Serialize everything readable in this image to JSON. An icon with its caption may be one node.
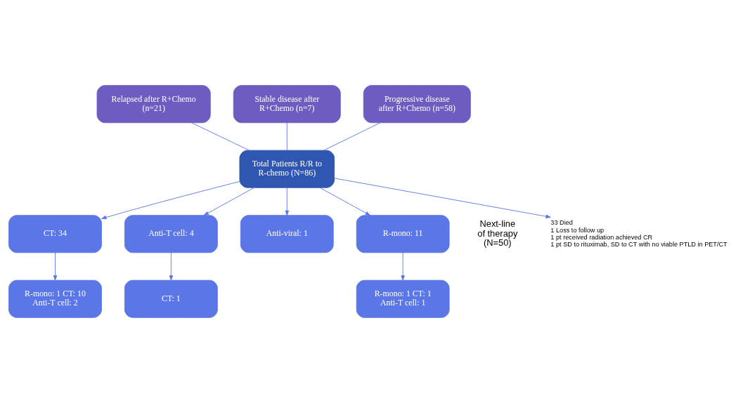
{
  "diagram": {
    "nodes": [
      {
        "text": [
          "Relapsed after R+Chemo (n=21)"
        ]
      },
      {
        "text": [
          "Stable disease after R+Chemo (n=7)"
        ]
      },
      {
        "text": [
          "Progressive disease after R+Chemo (n=58)"
        ]
      },
      {
        "text": [
          "Total Patients R/R to R-chemo (N=86)"
        ]
      },
      {
        "text": [
          "33 Died",
          "1 Loss to follow up",
          "1 pt received radiation achieved CR",
          "1 pt SD to rituximab, SD to CT with no viable PTLD in PET/CT"
        ]
      },
      {
        "text": [
          "R-mono: 11"
        ]
      },
      {
        "text": [
          "CT: 34"
        ]
      },
      {
        "text": [
          "Anti-T cell: 4"
        ]
      },
      {
        "text": [
          "Anti-viral: 1"
        ]
      },
      {
        "text": [
          "R-mono: 1 CT: 1 Anti-T cell: 1"
        ]
      },
      {
        "text": [
          "R-mono: 1 CT: 10 Anti-T cell: 2"
        ]
      },
      {
        "text": [
          "CT: 1"
        ]
      }
    ],
    "edges": [
      {
        "from": 0,
        "to": 3,
        "arrow": "none"
      },
      {
        "from": 1,
        "to": 3,
        "arrow": "none"
      },
      {
        "from": 2,
        "to": 3,
        "arrow": "none"
      },
      {
        "from": 3,
        "to": 4,
        "arrow": "to"
      },
      {
        "from": 3,
        "to": 5,
        "arrow": "to"
      },
      {
        "from": 3,
        "to": 6,
        "arrow": "to"
      },
      {
        "from": 3,
        "to": 7,
        "arrow": "to"
      },
      {
        "from": 3,
        "to": 8,
        "arrow": "to"
      },
      {
        "from": 5,
        "to": 9,
        "arrow": "to"
      },
      {
        "from": 6,
        "to": 10,
        "arrow": "to"
      },
      {
        "from": 7,
        "to": 11,
        "arrow": "to"
      }
    ],
    "labels": [
      "Next-line of therapy (N=50)"
    ]
  }
}
